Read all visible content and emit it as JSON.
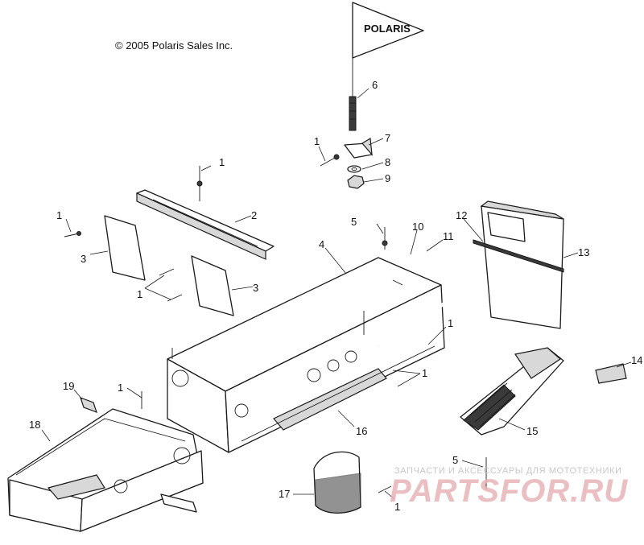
{
  "copyright": "© 2005 Polaris Sales Inc.",
  "flag_text": "POLARIS",
  "watermark": {
    "tagline": "ЗАПЧАСТИ И АКСЕССУАРЫ ДЛЯ МОТОТЕХНИКИ",
    "brand": "PARTSFOR.RU"
  },
  "callouts": [
    "1",
    "2",
    "3",
    "1",
    "1",
    "3",
    "4",
    "5",
    "6",
    "1",
    "7",
    "8",
    "9",
    "10",
    "11",
    "12",
    "13",
    "1",
    "14",
    "15",
    "5",
    "1",
    "16",
    "1",
    "19",
    "18",
    "17",
    "1"
  ]
}
